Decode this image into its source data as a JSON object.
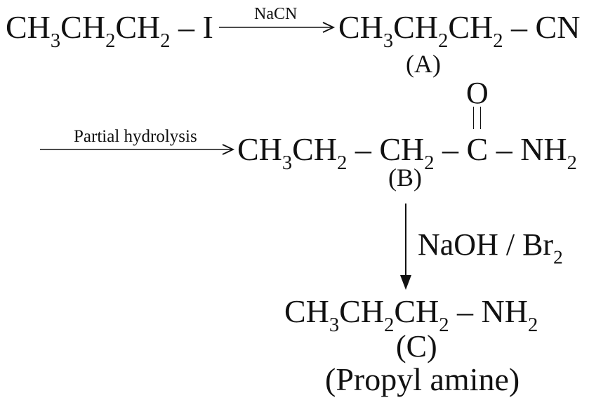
{
  "step1": {
    "reactant": "CH3CH2CH2 – I",
    "reagent": "NaCN",
    "product": "CH3CH2CH2 – CN",
    "product_label": "(A)"
  },
  "step2": {
    "reagent": "Partial hydrolysis",
    "product": {
      "left": "CH3CH2 – CH2 – ",
      "carbonyl_carbon": "C",
      "carbonyl_oxygen": "O",
      "right": " – NH2"
    },
    "product_label": "(B)"
  },
  "step3": {
    "reagent": "NaOH / Br2",
    "product": "CH3CH2CH2 – NH2",
    "product_label": "(C)",
    "product_name": "(Propyl amine)"
  }
}
